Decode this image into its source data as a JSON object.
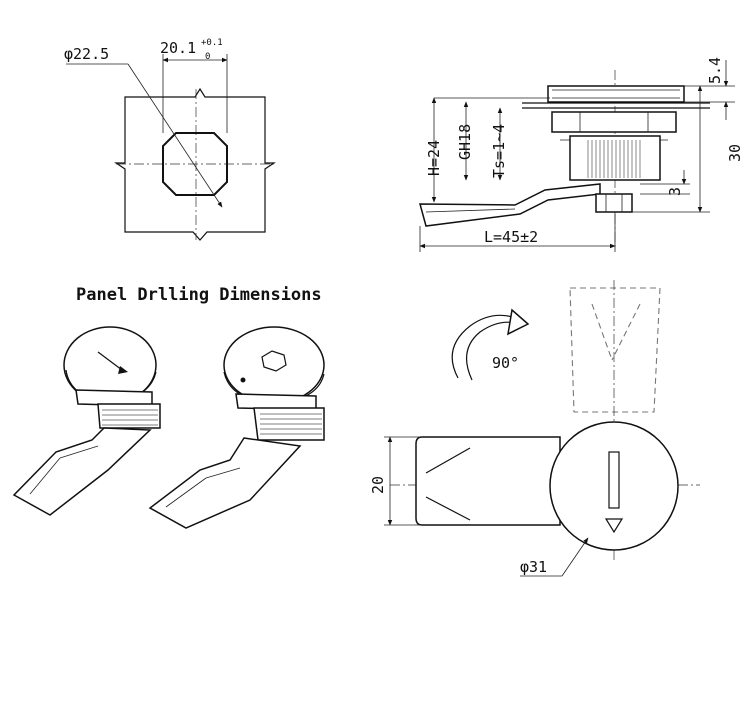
{
  "caption": "Panel Drlling Dimensions",
  "cutout": {
    "diameter_label": "φ22.5",
    "flat_width_label": "20.1",
    "tol_upper": "+0.1",
    "tol_lower": "0"
  },
  "side_view": {
    "top_label": "5.4",
    "height_label": "H=24",
    "thread_label": "GH18",
    "thickness_label": "Ts=1~4",
    "overall_label": "30",
    "cam_label": "3",
    "length_label": "L=45±2"
  },
  "rotation": {
    "angle_label": "90°",
    "cam_width_label": "20",
    "body_diameter_label": "φ31"
  }
}
